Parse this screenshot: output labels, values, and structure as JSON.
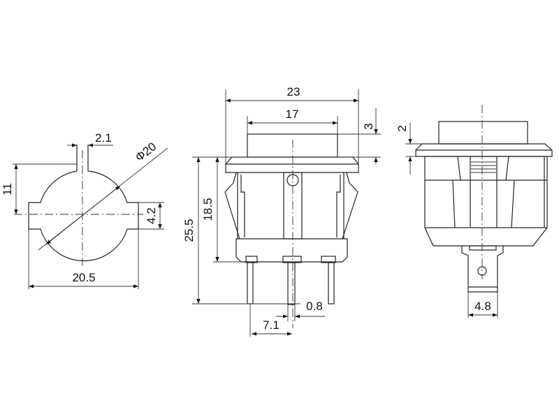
{
  "title": "Round rocker switch dimension drawing",
  "top_view": {
    "tab_width": "2.1",
    "height_to_center": "11",
    "diameter": "Φ20",
    "flat_height": "4.2",
    "overall_width": "20.5"
  },
  "front_view": {
    "flange_width": "23",
    "button_width": "17",
    "button_height": "3",
    "total_height": "25.5",
    "body_height": "18.5",
    "pin_thickness": "0.8",
    "pin_spacing": "7.1"
  },
  "side_view": {
    "flange_thickness": "2",
    "terminal_width": "4.8"
  }
}
